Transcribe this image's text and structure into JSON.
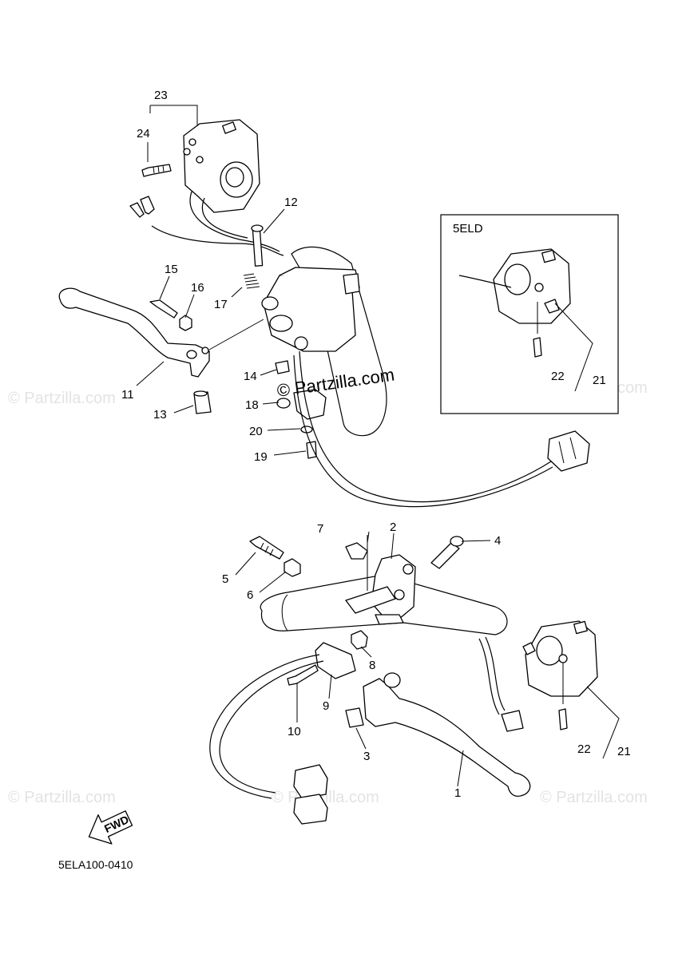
{
  "watermarks": {
    "left_mid": "© Partzilla.com",
    "right_mid": "© Partzilla.com",
    "center": "© Partzilla.com",
    "left_bottom": "© Partzilla.com",
    "center_bottom": "© Partzilla.com",
    "right_bottom": "© Partzilla.com"
  },
  "inset": {
    "label": "5ELD",
    "callouts": [
      "22",
      "21"
    ]
  },
  "callouts": {
    "c1": "1",
    "c2": "2",
    "c3": "3",
    "c4": "4",
    "c5": "5",
    "c6": "6",
    "c7": "7",
    "c8": "8",
    "c9": "9",
    "c10": "10",
    "c11": "11",
    "c12": "12",
    "c13": "13",
    "c14": "14",
    "c15": "15",
    "c16": "16",
    "c17": "17",
    "c18": "18",
    "c19": "19",
    "c20": "20",
    "c21": "21",
    "c22": "22",
    "c23": "23",
    "c24": "24"
  },
  "fwd_label": "FWD",
  "diagram_code": "5ELA100-0410"
}
